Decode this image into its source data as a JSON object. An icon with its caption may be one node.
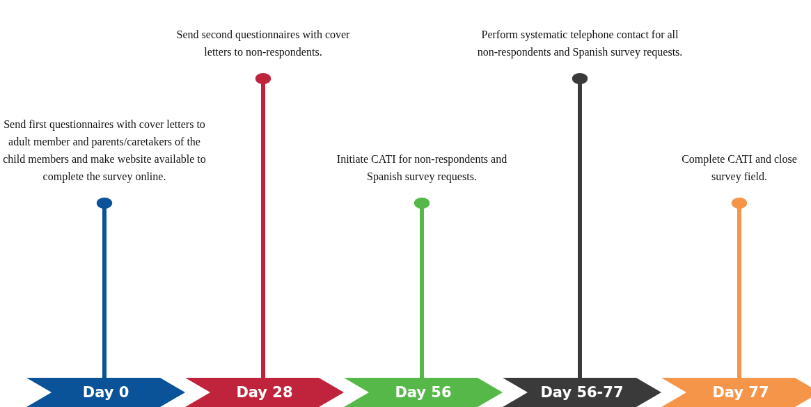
{
  "diagram": {
    "nodes": [
      {
        "text": [
          "Day 0"
        ]
      },
      {
        "text": [
          "Day 28"
        ]
      },
      {
        "text": [
          "Day 56"
        ]
      },
      {
        "text": [
          "Day 56-77"
        ]
      },
      {
        "text": [
          "Day 77"
        ]
      },
      {
        "text": [
          "Send first questionnaires with cover letters to adult member and parents/caretakers of the child members and make website available to complete the survey online."
        ]
      },
      {
        "text": [
          "Send second questionnaires with cover letters to non-respondents."
        ]
      },
      {
        "text": [
          "Initiate CATI for non-respondents and Spanish survey requests."
        ]
      },
      {
        "text": [
          "Perform systematic telephone contact for all non-respondents and Spanish survey requests."
        ]
      },
      {
        "text": [
          "Complete CATI and close survey field."
        ]
      }
    ],
    "edges": [
      {
        "from": 0,
        "to": 5,
        "arrow": "other",
        "color": "#0b5399"
      },
      {
        "from": 1,
        "to": 6,
        "arrow": "other",
        "color": "#c0243c"
      },
      {
        "from": 2,
        "to": 7,
        "arrow": "other",
        "color": "#55b848"
      },
      {
        "from": 3,
        "to": 8,
        "arrow": "other",
        "color": "#3a3a3a"
      },
      {
        "from": 4,
        "to": 9,
        "arrow": "other",
        "color": "#f5954a"
      }
    ]
  }
}
